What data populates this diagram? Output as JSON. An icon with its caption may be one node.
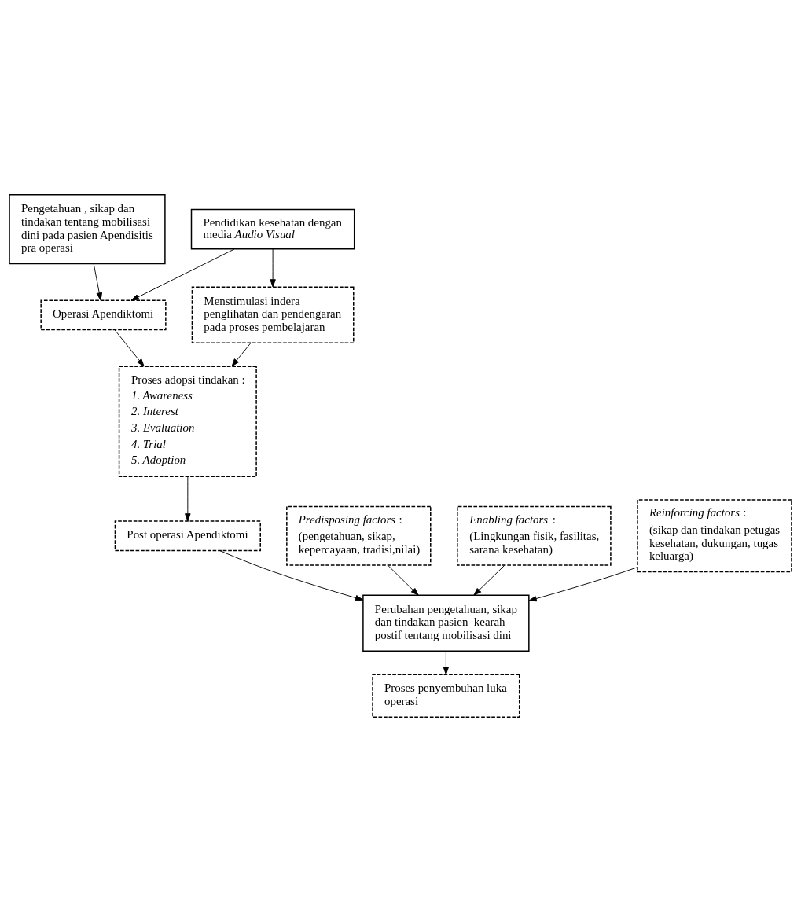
{
  "diagram": {
    "nodes": [
      {
        "text": [
          "Pengetahuan , sikap dan tindakan tentang mobilisasi dini pada pasien Apendisitis pra operasi"
        ]
      },
      {
        "text": [
          "Pendidikan kesehatan dengan media *Audio Visual*"
        ]
      },
      {
        "text": [
          "Operasi Apendiktomi"
        ]
      },
      {
        "text": [
          "Menstimulasi indera penglihatan dan pendengaran pada proses pembelajaran"
        ]
      },
      {
        "text": [
          "Proses adopsi tindakan :",
          "1. Awareness",
          "2. Interest",
          "3. Evaluation",
          "4. Trial",
          "5. Adoption"
        ]
      },
      {
        "text": [
          "*Predisposing factors* :",
          "(pengetahuan, sikap, kepercayaan, tradisi,nilai)"
        ]
      },
      {
        "text": [
          "*Enabling factors* :",
          "(Lingkungan fisik, fasilitas, sarana kesehatan)"
        ]
      },
      {
        "text": [
          "*Reinforcing factors* :",
          "(sikap dan tindakan petugas kesehatan, dukungan, tugas keluarga)"
        ]
      },
      {
        "text": [
          "Post operasi Apendiktomi"
        ]
      },
      {
        "text": [
          "Perubahan pengetahuan, sikap dan tindakan pasien  kearah postif tentang mobilisasi dini"
        ]
      },
      {
        "text": [
          "Proses penyembuhan luka operasi"
        ]
      }
    ],
    "edges": [
      {
        "from": 0,
        "to": 2,
        "arrow": "to"
      },
      {
        "from": 1,
        "to": 2,
        "arrow": "to"
      },
      {
        "from": 1,
        "to": 3,
        "arrow": "to"
      },
      {
        "from": 2,
        "to": 4,
        "arrow": "to"
      },
      {
        "from": 3,
        "to": 4,
        "arrow": "to"
      },
      {
        "from": 4,
        "to": 8,
        "arrow": "to"
      },
      {
        "from": 8,
        "to": 9,
        "arrow": "to"
      },
      {
        "from": 5,
        "to": 9,
        "arrow": "to"
      },
      {
        "from": 6,
        "to": 9,
        "arrow": "to"
      },
      {
        "from": 7,
        "to": 9,
        "arrow": "to"
      },
      {
        "from": 9,
        "to": 10,
        "arrow": "to"
      }
    ]
  }
}
